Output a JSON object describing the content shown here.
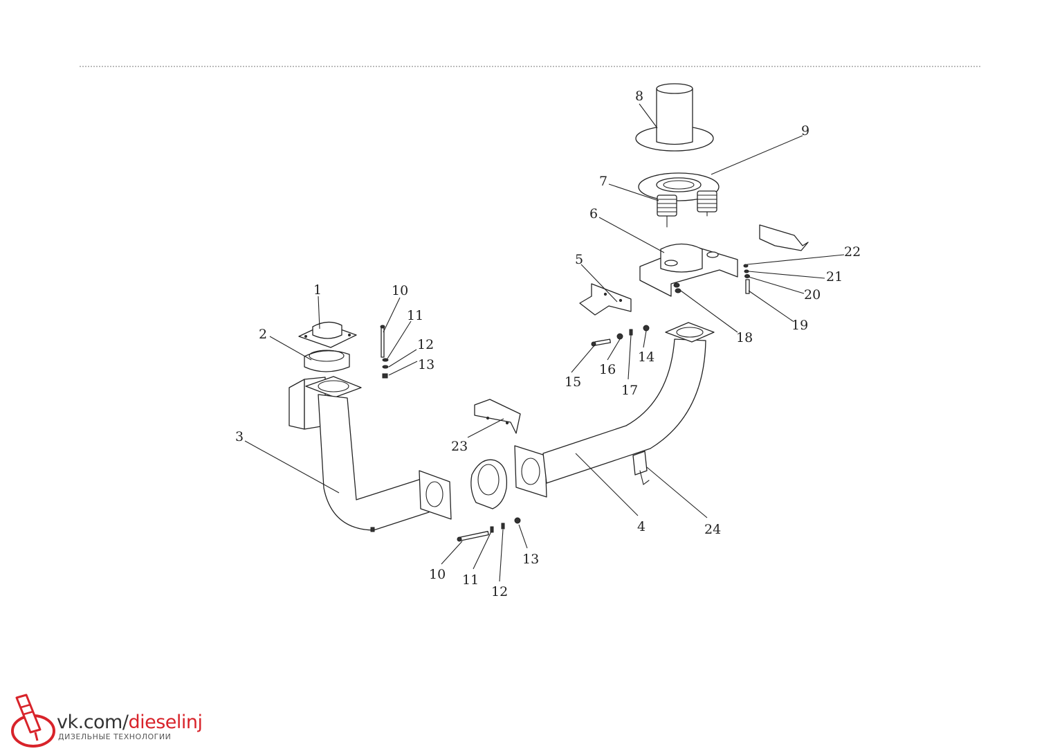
{
  "labels": [
    {
      "id": "1",
      "text": "1"
    },
    {
      "id": "2",
      "text": "2"
    },
    {
      "id": "3",
      "text": "3"
    },
    {
      "id": "4",
      "text": "4"
    },
    {
      "id": "5",
      "text": "5"
    },
    {
      "id": "6",
      "text": "6"
    },
    {
      "id": "7",
      "text": "7"
    },
    {
      "id": "8",
      "text": "8"
    },
    {
      "id": "9",
      "text": "9"
    },
    {
      "id": "10a",
      "text": "10"
    },
    {
      "id": "11a",
      "text": "11"
    },
    {
      "id": "12a",
      "text": "12"
    },
    {
      "id": "13a",
      "text": "13"
    },
    {
      "id": "10b",
      "text": "10"
    },
    {
      "id": "11b",
      "text": "11"
    },
    {
      "id": "12b",
      "text": "12"
    },
    {
      "id": "13b",
      "text": "13"
    },
    {
      "id": "14",
      "text": "14"
    },
    {
      "id": "15",
      "text": "15"
    },
    {
      "id": "16",
      "text": "16"
    },
    {
      "id": "17",
      "text": "17"
    },
    {
      "id": "18",
      "text": "18"
    },
    {
      "id": "19",
      "text": "19"
    },
    {
      "id": "20",
      "text": "20"
    },
    {
      "id": "21",
      "text": "21"
    },
    {
      "id": "22",
      "text": "22"
    },
    {
      "id": "23",
      "text": "23"
    },
    {
      "id": "24",
      "text": "24"
    }
  ],
  "watermark": {
    "prefix": "vk.com/",
    "accent": "dieselinj",
    "subtitle": "ДИЗЕЛЬНЫЕ ТЕХНОЛОГИИ",
    "accent_color": "#d8232a"
  }
}
